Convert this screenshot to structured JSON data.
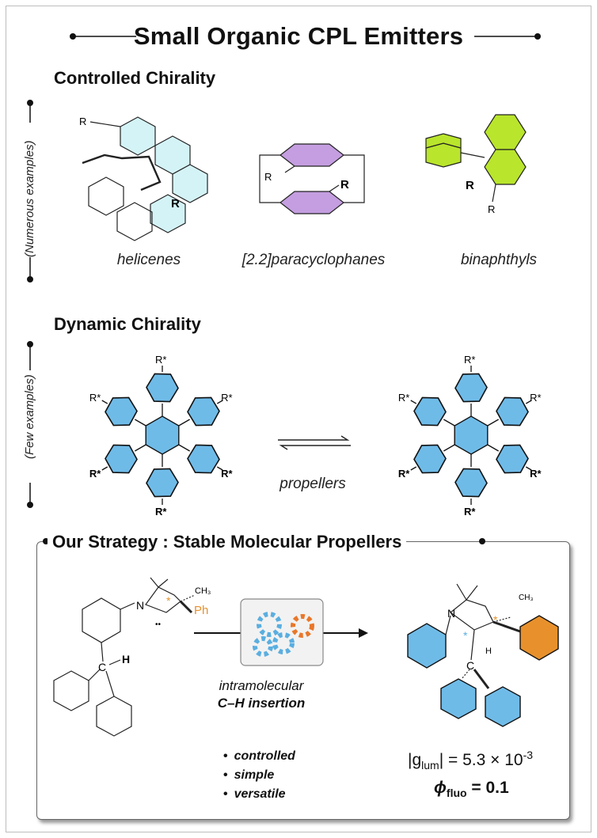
{
  "title": "Small Organic CPL Emitters",
  "controlled": {
    "heading": "Controlled Chirality",
    "side_label": "(Numerous examples)",
    "examples": [
      {
        "caption": "helicenes"
      },
      {
        "caption": "[2.2]paracyclophanes"
      },
      {
        "caption": "binaphthyls"
      }
    ],
    "labels": {
      "r": "R"
    }
  },
  "dynamic": {
    "heading": "Dynamic Chirality",
    "side_label": "(Few examples)",
    "caption": "propellers",
    "labels": {
      "r_star": "R*"
    }
  },
  "strategy": {
    "heading": "Our Strategy : Stable Molecular Propellers",
    "reaction_caption_line1": "intramolecular",
    "reaction_caption_line2": "C–H insertion",
    "bullets": [
      "controlled",
      "simple",
      "versatile"
    ],
    "glum_prefix": "|g",
    "glum_sub": "lum",
    "glum_value": "| = 5.3 × 10",
    "glum_exp": "-3",
    "phi_symbol": "ϕ",
    "phi_sub": "fluo",
    "phi_value": " = 0.1",
    "atoms": {
      "n": "N",
      "c": "C",
      "h": "H",
      "ph": "Ph",
      "ch3": "CH₃",
      "star": "*",
      "dots": "••"
    }
  },
  "colors": {
    "cyan": "#d4f3f7",
    "purple": "#c49ee0",
    "green": "#b9e52c",
    "blue": "#6fbbe8",
    "orange": "#e8912c",
    "gear_blue": "#5aaee0",
    "gear_orange": "#e9772a"
  }
}
